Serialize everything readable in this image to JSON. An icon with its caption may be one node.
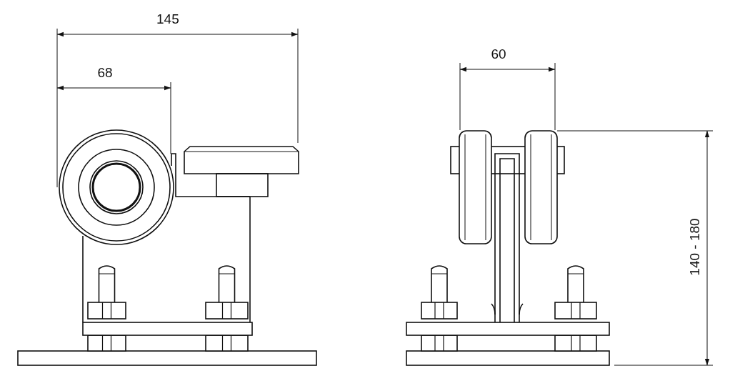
{
  "diagram": {
    "labels": [
      "145",
      "68",
      "60",
      "140 - 180"
    ]
  }
}
